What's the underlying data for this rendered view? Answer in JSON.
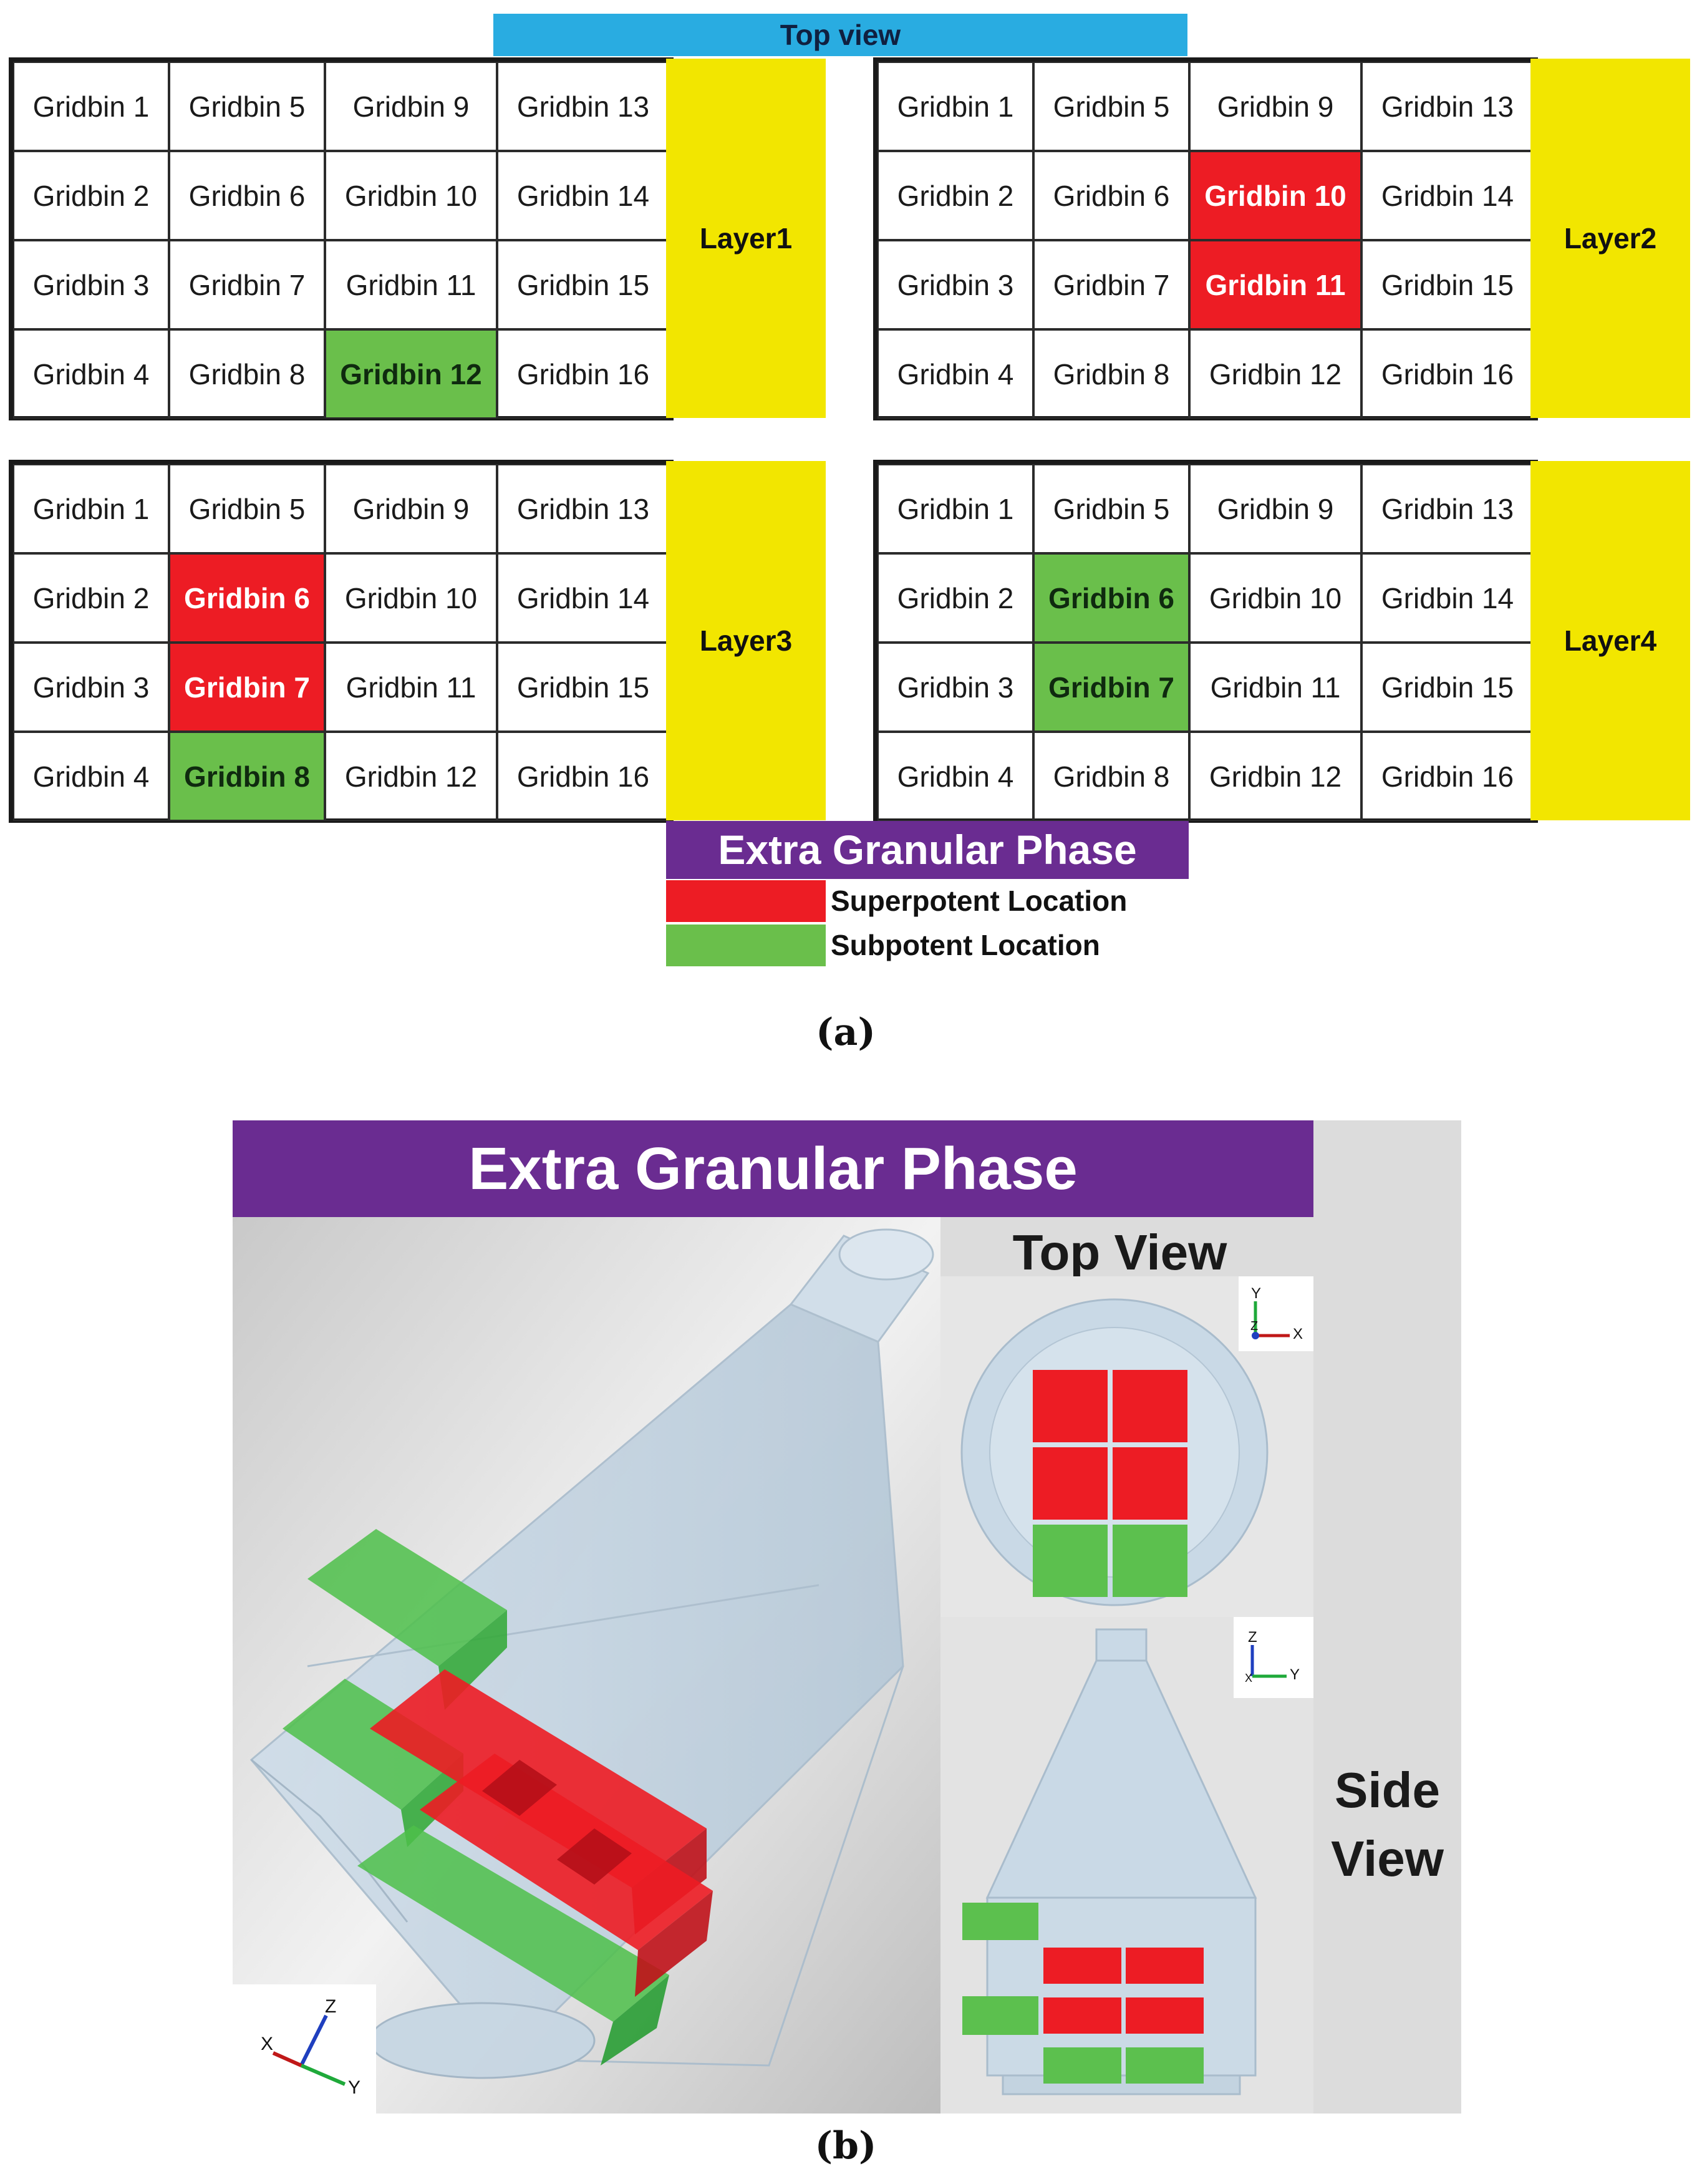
{
  "panel_a": {
    "top_view_label": "Top view",
    "grid_rows": [
      [
        "Gridbin 1",
        "Gridbin 5",
        "Gridbin 9",
        "Gridbin 13"
      ],
      [
        "Gridbin 2",
        "Gridbin 6",
        "Gridbin 10",
        "Gridbin 14"
      ],
      [
        "Gridbin 3",
        "Gridbin 7",
        "Gridbin 11",
        "Gridbin 15"
      ],
      [
        "Gridbin 4",
        "Gridbin 8",
        "Gridbin 12",
        "Gridbin 16"
      ]
    ],
    "layers": [
      {
        "label": "Layer1",
        "superpotent": [],
        "subpotent": [
          "Gridbin 12"
        ]
      },
      {
        "label": "Layer2",
        "superpotent": [
          "Gridbin 10",
          "Gridbin 11"
        ],
        "subpotent": []
      },
      {
        "label": "Layer3",
        "superpotent": [
          "Gridbin 6",
          "Gridbin 7"
        ],
        "subpotent": [
          "Gridbin 8"
        ]
      },
      {
        "label": "Layer4",
        "superpotent": [],
        "subpotent": [
          "Gridbin 6",
          "Gridbin 7"
        ]
      }
    ],
    "legend": {
      "title": "Extra Granular Phase",
      "items": [
        {
          "label": "Superpotent Location",
          "color": "#ed1c24"
        },
        {
          "label": "Subpotent Location",
          "color": "#6abf4b"
        }
      ]
    },
    "caption": "(a)"
  },
  "panel_b": {
    "title": "Extra Granular Phase",
    "top_view_label": "Top View",
    "side_view_label": [
      "Side",
      "View"
    ],
    "axes_3d": {
      "x": "X",
      "y": "Y",
      "z": "Z"
    },
    "axes_top": {
      "x": "X",
      "y": "Y",
      "z": "Z"
    },
    "axes_side": {
      "x": "X",
      "y": "Y",
      "z": "Z"
    },
    "caption": "(b)"
  },
  "colors": {
    "superpotent": "#ed1c24",
    "subpotent": "#6abf4b",
    "layer_label_bg": "#f2e600",
    "top_view_bar": "#29ace1",
    "title_purple": "#6a2c91"
  }
}
